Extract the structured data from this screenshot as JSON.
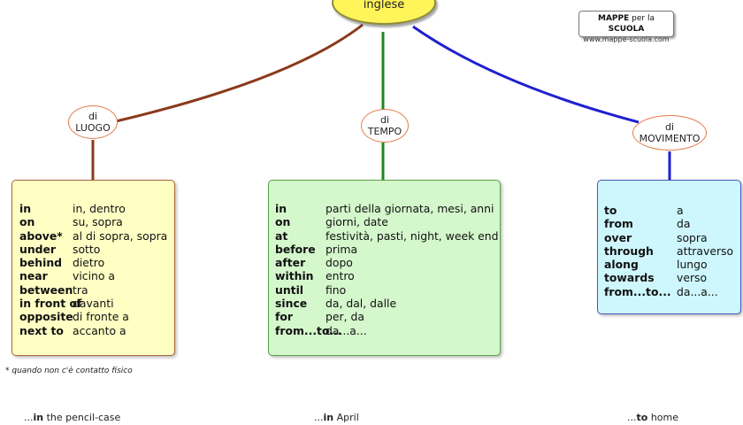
{
  "root": {
    "label": "inglese"
  },
  "brand": {
    "mappe": "MAPPE",
    "per_la": "per la",
    "scuola": "SCUOLA",
    "url": "www.mappe-scuola.com"
  },
  "colors": {
    "luogo_line": "#8b3a1c",
    "tempo_line": "#1a8a1a",
    "movimento_line": "#2020d0"
  },
  "nodes": {
    "luogo": {
      "line1": "di",
      "line2": "LUOGO"
    },
    "tempo": {
      "line1": "di",
      "line2": "TEMPO"
    },
    "movimento": {
      "line1": "di",
      "line2": "MOVIMENTO"
    }
  },
  "luogo": [
    {
      "term": "in",
      "meaning": "in, dentro"
    },
    {
      "term": "on",
      "meaning": "su, sopra"
    },
    {
      "term": "above*",
      "meaning": "al di sopra, sopra"
    },
    {
      "term": "under",
      "meaning": "sotto"
    },
    {
      "term": "behind",
      "meaning": "dietro"
    },
    {
      "term": "near",
      "meaning": "vicino a"
    },
    {
      "term": "between",
      "meaning": "tra"
    },
    {
      "term": "in front of",
      "meaning": "davanti"
    },
    {
      "term": "opposite",
      "meaning": "di fronte a"
    },
    {
      "term": "next to",
      "meaning": "accanto a"
    }
  ],
  "tempo": [
    {
      "term": "in",
      "meaning": "parti della giornata, mesi, anni"
    },
    {
      "term": "on",
      "meaning": "giorni, date"
    },
    {
      "term": "at",
      "meaning": "festività, pasti, night, week end"
    },
    {
      "term": "before",
      "meaning": "prima"
    },
    {
      "term": "after",
      "meaning": "dopo"
    },
    {
      "term": "within",
      "meaning": "entro"
    },
    {
      "term": "until",
      "meaning": "fino"
    },
    {
      "term": "since",
      "meaning": "da, dal, dalle"
    },
    {
      "term": "for",
      "meaning": "per, da"
    },
    {
      "term": "from...to...",
      "meaning": "da...a..."
    }
  ],
  "movimento": [
    {
      "term": "to",
      "meaning": "a"
    },
    {
      "term": "from",
      "meaning": "da"
    },
    {
      "term": "over",
      "meaning": "sopra"
    },
    {
      "term": "through",
      "meaning": "attraverso"
    },
    {
      "term": "along",
      "meaning": "lungo"
    },
    {
      "term": "towards",
      "meaning": "verso"
    },
    {
      "term": "from...to...",
      "meaning": "da...a..."
    }
  ],
  "footnote": "* quando non c'è contatto fisico",
  "examples": {
    "luogo": {
      "pre": "...",
      "prep": "in",
      "rest": " the pencil-case"
    },
    "tempo": {
      "pre": "...",
      "prep": "in",
      "rest": " April"
    },
    "movimento": {
      "pre": "...",
      "prep": "to",
      "rest": " home"
    }
  }
}
